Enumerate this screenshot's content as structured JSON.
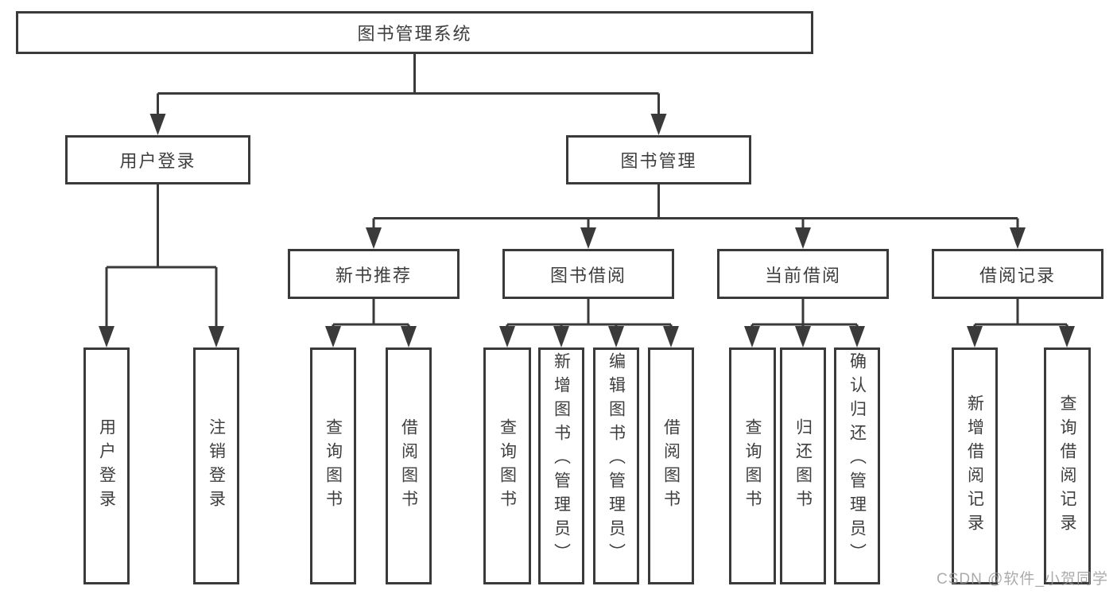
{
  "colors": {
    "line": "#3a3a3a",
    "text": "#3e3e3e",
    "box_background": "#ffffff",
    "watermark": "#989898"
  },
  "tree": {
    "root": {
      "label": "图书管理系统"
    },
    "branches": [
      {
        "label": "用户登录",
        "children": [
          {
            "label": "用户登录"
          },
          {
            "label": "注销登录"
          }
        ]
      },
      {
        "label": "图书管理",
        "children": [
          {
            "label": "新书推荐",
            "children": [
              {
                "label": "查询图书"
              },
              {
                "label": "借阅图书"
              }
            ]
          },
          {
            "label": "图书借阅",
            "children": [
              {
                "label": "查询图书"
              },
              {
                "label": "新增图书（管理员）"
              },
              {
                "label": "编辑图书（管理员）"
              },
              {
                "label": "借阅图书"
              }
            ]
          },
          {
            "label": "当前借阅",
            "children": [
              {
                "label": "查询图书"
              },
              {
                "label": "归还图书"
              },
              {
                "label": "确认归还（管理员）"
              }
            ]
          },
          {
            "label": "借阅记录",
            "children": [
              {
                "label": "新增借阅记录"
              },
              {
                "label": "查询借阅记录"
              }
            ]
          }
        ]
      }
    ]
  },
  "watermark": {
    "text": "CSDN @软件_小贺同学"
  }
}
